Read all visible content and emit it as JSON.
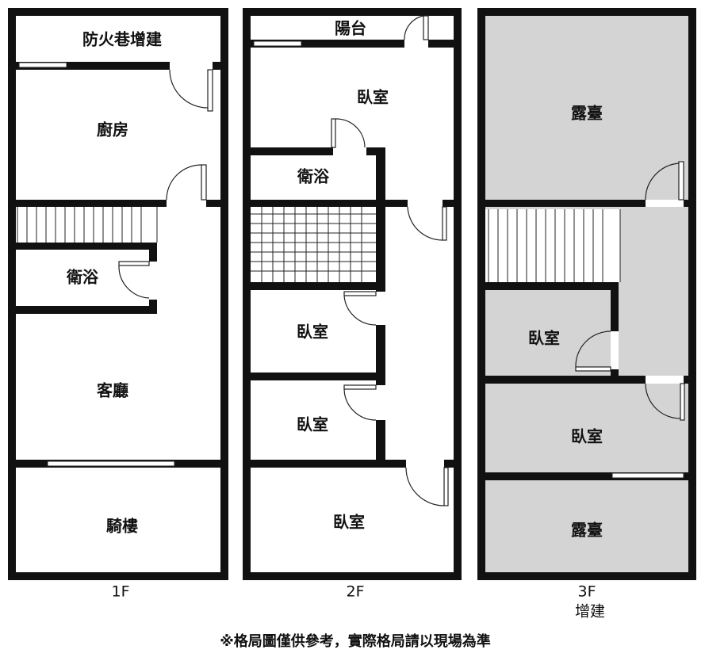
{
  "floors": [
    {
      "label": "1F",
      "rooms": [
        "防火巷增建",
        "廚房",
        "衛浴",
        "客廳",
        "騎樓"
      ]
    },
    {
      "label": "2F",
      "rooms": [
        "陽台",
        "臥室",
        "衛浴",
        "臥室",
        "臥室",
        "臥室"
      ]
    },
    {
      "label": "3F",
      "sublabel": "增建",
      "rooms": [
        "露臺",
        "臥室",
        "臥室",
        "露臺"
      ]
    }
  ],
  "note": "※格局圖僅供參考，實際格局請以現場為準",
  "colors": {
    "wall": "#111111",
    "extension_fill": "#d4d4d4",
    "background": "#ffffff"
  }
}
